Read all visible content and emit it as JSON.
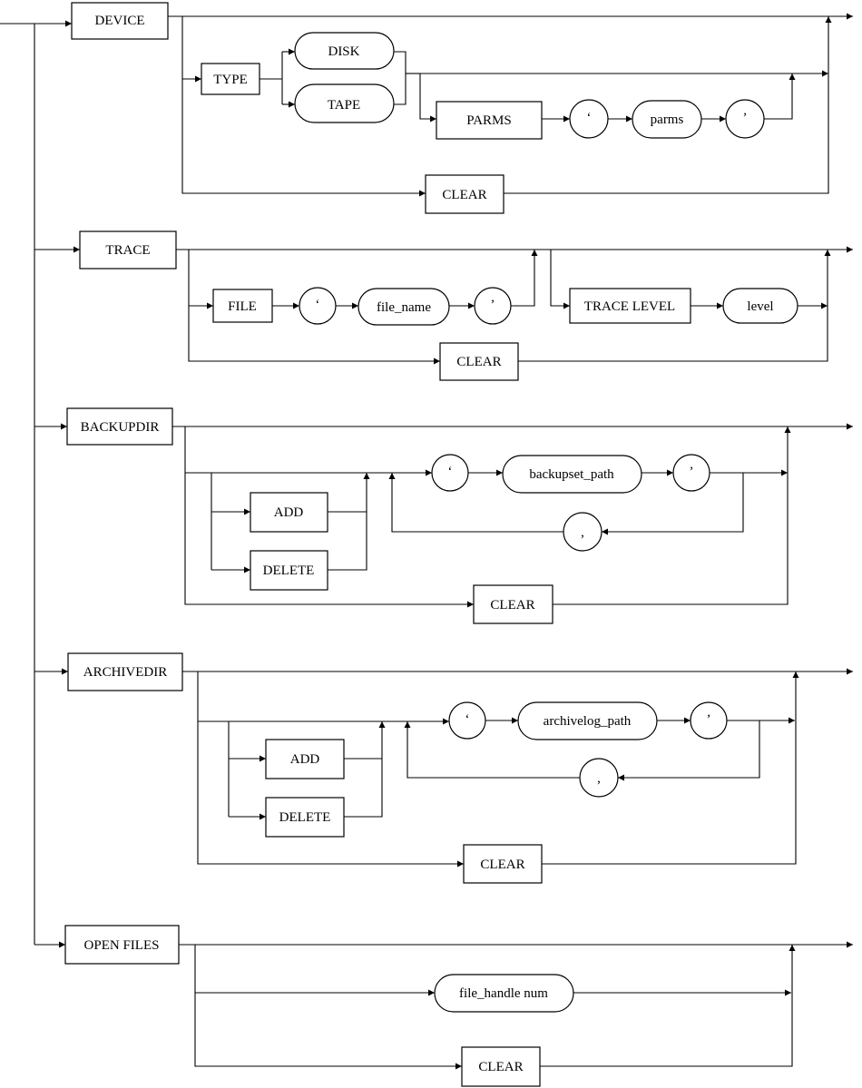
{
  "diagram": {
    "device": {
      "keyword": "DEVICE",
      "type": "TYPE",
      "disk": "DISK",
      "tape": "TAPE",
      "parms": "PARMS",
      "quote_open": "‘",
      "parms_value": "parms",
      "quote_close": "’",
      "clear": "CLEAR"
    },
    "trace": {
      "keyword": "TRACE",
      "file": "FILE",
      "quote_open": "‘",
      "file_name": "file_name",
      "quote_close": "’",
      "trace_level": "TRACE LEVEL",
      "level": "level",
      "clear": "CLEAR"
    },
    "backupdir": {
      "keyword": "BACKUPDIR",
      "add": "ADD",
      "delete": "DELETE",
      "quote_open": "‘",
      "path": "backupset_path",
      "quote_close": "’",
      "comma": ",",
      "clear": "CLEAR"
    },
    "archivedir": {
      "keyword": "ARCHIVEDIR",
      "add": "ADD",
      "delete": "DELETE",
      "quote_open": "‘",
      "path": "archivelog_path",
      "quote_close": "’",
      "comma": ",",
      "clear": "CLEAR"
    },
    "open_files": {
      "keyword": "OPEN FILES",
      "file_handle": "file_handle num",
      "clear": "CLEAR"
    }
  }
}
